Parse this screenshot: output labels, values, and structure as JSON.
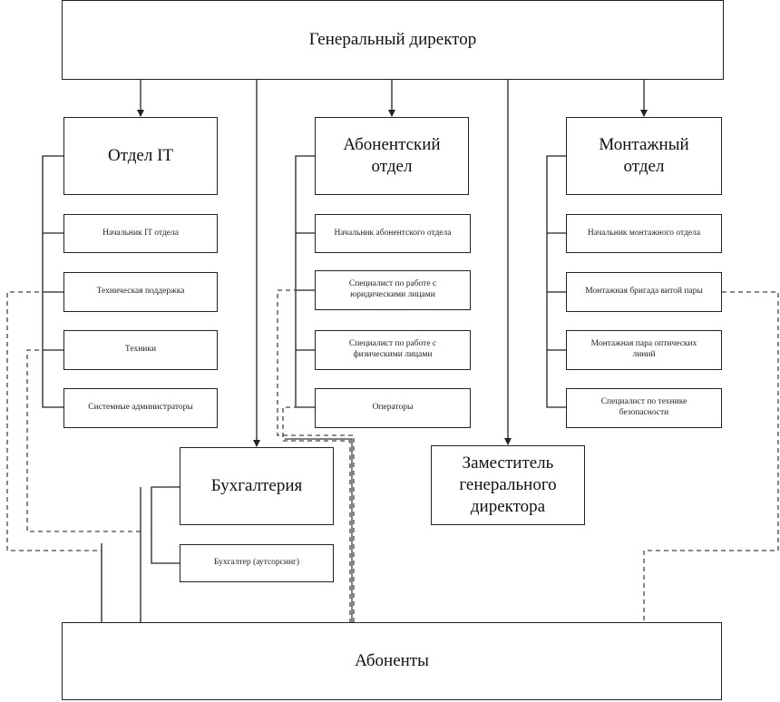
{
  "director": "Генеральный директор",
  "departments": {
    "it": {
      "title": "Отдел IT",
      "items": [
        "Начальник IT отдела",
        "Техническая поддержка",
        "Техники",
        "Системные администраторы"
      ]
    },
    "subscriber": {
      "title": "Абонентский отдел",
      "items": [
        "Начальник абонентского отдела",
        "Специалист по работе с юридическими лицами",
        "Специалист по работе с физическими лицами",
        "Операторы"
      ]
    },
    "installation": {
      "title": "Монтажный отдел",
      "items": [
        "Начальник монтажного отдела",
        "Монтажная бригада витой пары",
        "Монтажная пара оптических линий",
        "Специалист по технике безопасности"
      ]
    }
  },
  "accounting": {
    "title": "Бухгалтерия",
    "items": [
      "Бухгалтер (аутсорсинг)"
    ]
  },
  "deputy": "Заместитель генерального директора",
  "subscribers": "Абоненты"
}
